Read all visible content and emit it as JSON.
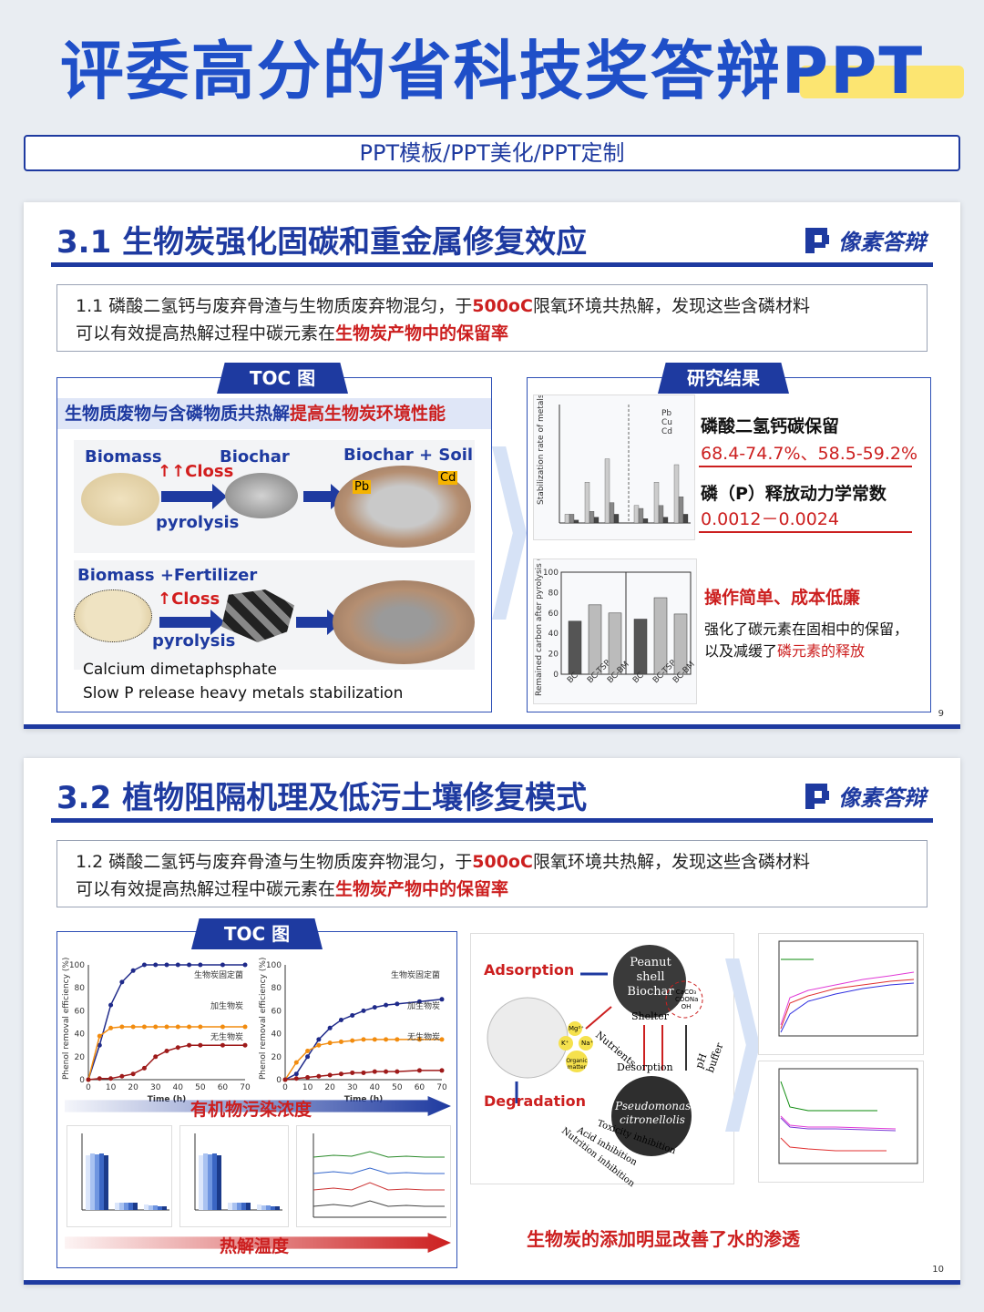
{
  "page": {
    "title": "评委高分的省科技奖答辩PPT",
    "subtitle": "PPT模板/PPT美化/PPT定制"
  },
  "brand": {
    "name": "像素答辩"
  },
  "slide1": {
    "title": "3.1 生物炭强化固碳和重金属修复效应",
    "desc_part1": "1.1 磷酸二氢钙与废弃骨渣与生物质废弃物混匀，于",
    "desc_temp": "500oC",
    "desc_part2": "限氧环境共热解，发现这些含磷材料",
    "desc_part3": "可以有效提高热解过程中碳元素在",
    "desc_highlight": "生物炭产物中的保留率",
    "toc_tag": "TOC 图",
    "toc_head_plain": "生物质废物与含磷物质共热解",
    "toc_head_red": "提高生物炭环境性能",
    "row1": {
      "biomass": "Biomass",
      "biochar": "Biochar",
      "biochar_soil": "Biochar + Soil",
      "closs": "Closs",
      "pyrolysis": "pyrolysis"
    },
    "row2": {
      "biomass_fert": "Biomass +Fertilizer",
      "closs": "Closs",
      "pyrolysis": "pyrolysis",
      "calcium": "Calcium dimetaphsphate",
      "slow": "Slow P release heavy metals stabilization"
    },
    "metal_labels": {
      "pb": "Pb",
      "cd": "Cd"
    },
    "results_tag": "研究结果",
    "result1_title": "磷酸二氢钙碳保留",
    "result1_value": "68.4-74.7%、58.5-59.2%",
    "result2_title": "磷（P）释放动力学常数",
    "result2_value": "0.0012－0.0024",
    "result3_title": "操作简单、成本低廉",
    "result3_text1": "强化了碳元素在固相中的保留，",
    "result3_text2": "以及减缓了",
    "result3_red": "磷元素的释放",
    "chart1_ylabel": "Stabilization rate of metals in soil (%)",
    "chart1_legend": [
      "Pb",
      "Cu",
      "Cd"
    ],
    "chart2_ylabel": "Remained carbon after pyrolysis (%)",
    "page_no": "9"
  },
  "slide2": {
    "title": "3.2 植物阻隔机理及低污土壤修复模式",
    "desc_part1": "1.2 磷酸二氢钙与废弃骨渣与生物质废弃物混匀，于",
    "desc_temp": "500oC",
    "desc_part2": "限氧环境共热解，发现这些含磷材料",
    "desc_part3": "可以有效提高热解过程中碳元素在",
    "desc_highlight": "生物炭产物中的保留率",
    "toc_tag": "TOC 图",
    "series_labels": [
      "生物炭固定菌",
      "加生物炭",
      "无生物炭"
    ],
    "y_axis": "Phenol removal efficiency (%)",
    "x_axis": "Time (h)",
    "arrow1": "有机物污染浓度",
    "arrow2": "热解温度",
    "diagram": {
      "adsorption": "Adsorption",
      "degradation": "Degradation",
      "peanut": "Peanut shell Biochar",
      "pseudo": "Pseudomonas citronellolis",
      "shelter": "Shelter",
      "desorption": "Desorption",
      "nutrients": "Nutrients",
      "ph": "pH buffer",
      "toxicity": "Toxicity inhibition",
      "acid": "Acid inhibition",
      "nutrition": "Nutrition inhibition",
      "organic": "Organic matter",
      "ions": [
        "Mg²⁺",
        "Na⁺",
        "K⁺"
      ],
      "caco3": "CaCO₃ COONa OH"
    },
    "caption": "生物炭的添加明显改善了水的渗透",
    "page_no": "10"
  },
  "chart_data": [
    {
      "type": "line",
      "title": "",
      "xlabel": "Time (h)",
      "ylabel": "Phenol removal efficiency (%)",
      "x": [
        0,
        5,
        10,
        15,
        20,
        25,
        30,
        35,
        40,
        45,
        50,
        60,
        70
      ],
      "ylim": [
        0,
        100
      ],
      "series": [
        {
          "name": "生物炭固定菌",
          "values": [
            0,
            30,
            65,
            85,
            95,
            100,
            100,
            100,
            100,
            100,
            100,
            100,
            100
          ],
          "color": "#1f2a8a"
        },
        {
          "name": "加生物炭",
          "values": [
            0,
            38,
            45,
            46,
            46,
            46,
            46,
            46,
            46,
            46,
            46,
            46,
            46
          ],
          "color": "#f28c0f"
        },
        {
          "name": "无生物炭",
          "values": [
            0,
            1,
            1,
            3,
            5,
            10,
            20,
            25,
            28,
            30,
            30,
            30,
            30
          ],
          "color": "#9e1a1a"
        }
      ]
    },
    {
      "type": "line",
      "title": "",
      "xlabel": "Time (h)",
      "ylabel": "Phenol removal efficiency (%)",
      "x": [
        0,
        5,
        10,
        15,
        20,
        25,
        30,
        35,
        40,
        45,
        50,
        60,
        70
      ],
      "ylim": [
        0,
        100
      ],
      "series": [
        {
          "name": "生物炭固定菌",
          "values": [
            0,
            5,
            20,
            35,
            45,
            52,
            56,
            60,
            63,
            65,
            66,
            68,
            70
          ],
          "color": "#1f2a8a"
        },
        {
          "name": "加生物炭",
          "values": [
            0,
            15,
            25,
            30,
            32,
            33,
            34,
            35,
            35,
            35,
            35,
            35,
            35
          ],
          "color": "#f28c0f"
        },
        {
          "name": "无生物炭",
          "values": [
            0,
            1,
            2,
            3,
            4,
            5,
            6,
            6,
            7,
            7,
            7,
            8,
            8
          ],
          "color": "#9e1a1a"
        }
      ]
    },
    {
      "type": "bar",
      "title": "",
      "ylabel": "Remained carbon after pyrolysis (%)",
      "categories": [
        "BC",
        "BC-TSP",
        "BC-BM",
        "BC",
        "BC-TSP",
        "BC-BM"
      ],
      "values": [
        52,
        68,
        60,
        54,
        75,
        59
      ],
      "ylim": [
        0,
        100
      ]
    }
  ]
}
